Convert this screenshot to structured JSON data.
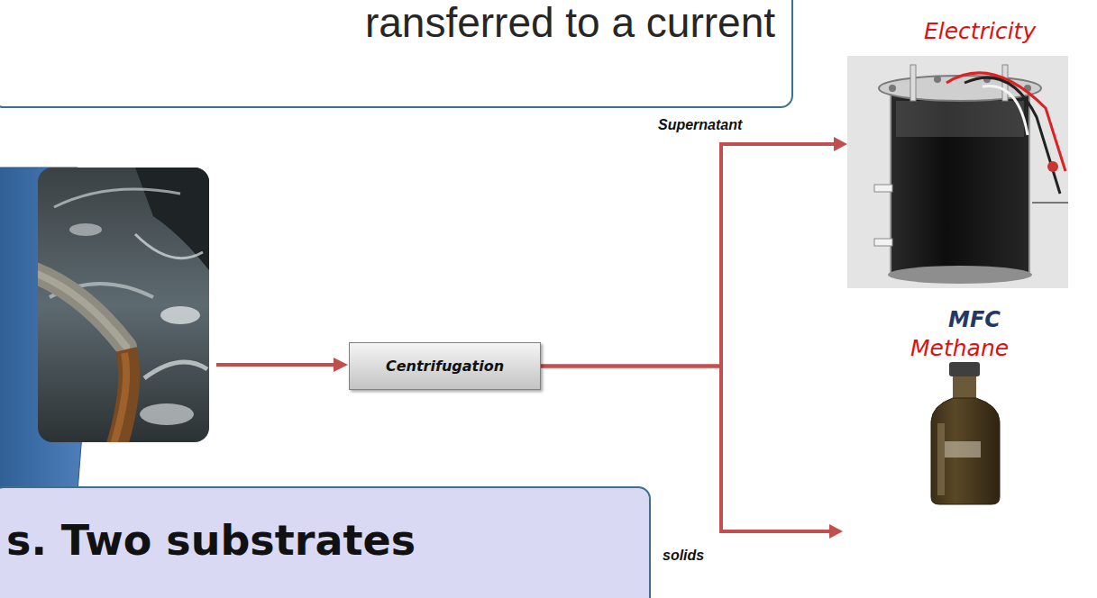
{
  "diagram": {
    "nodes": [
      {
        "text": [
          "ransferred to a current"
        ]
      },
      {
        "text": [
          "Centrifugation"
        ]
      },
      {
        "text": [
          "Electricity",
          "MFC"
        ]
      },
      {
        "text": [
          "Methane"
        ]
      },
      {
        "text": [
          "s. Two substrates"
        ]
      }
    ],
    "edges": [
      {
        "from": 1,
        "to": 2,
        "arrow": "to",
        "label": "Supernatant"
      },
      {
        "from": 1,
        "to": 3,
        "arrow": "to",
        "label": "solids"
      }
    ]
  }
}
